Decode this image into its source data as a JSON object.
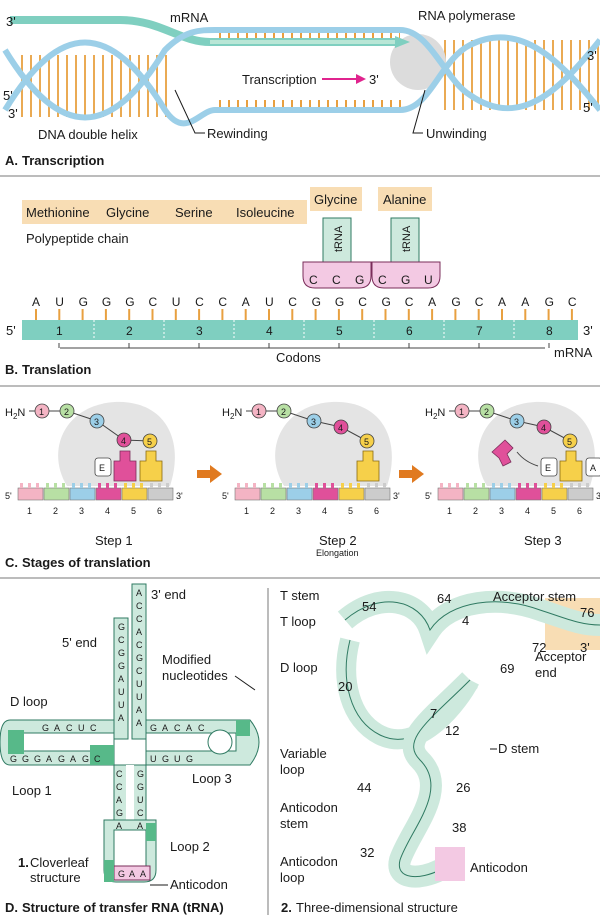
{
  "colors": {
    "strand_teal": "#7fcfc0",
    "strand_blue": "#9ccfe8",
    "rung_orange": "#e8a040",
    "beige": "#f8ddb4",
    "trna_green": "#cde9dd",
    "anticodon_pink": "#f3c9e3",
    "ribosome_gray": "#e6e6e6",
    "arrow_orange": "#e07a20",
    "arrow_magenta": "#e0248e"
  },
  "sectionA": {
    "label_mrna": "mRNA",
    "label_polymerase": "RNA polymerase",
    "label_transcription": "Transcription",
    "label_transcription_end": "3'",
    "label_dna": "DNA double helix",
    "label_rewinding": "Rewinding",
    "label_unwinding": "Unwinding",
    "end_3_top": "3'",
    "end_5_left": "5'",
    "end_3_left": "3'",
    "end_5_right": "5'",
    "end_3_right": "3'",
    "title_letter": "A.",
    "title": "Transcription"
  },
  "sectionB": {
    "chain": [
      "Methionine",
      "Glycine",
      "Serine",
      "Isoleucine"
    ],
    "chain_caption": "Polypeptide chain",
    "trna1_aa": "Glycine",
    "trna2_aa": "Alanine",
    "trna_label": "tRNA",
    "anticodon1": [
      "C",
      "C",
      "G"
    ],
    "anticodon2": [
      "C",
      "G",
      "U"
    ],
    "bases": [
      "A",
      "U",
      "G",
      "G",
      "G",
      "C",
      "U",
      "C",
      "C",
      "A",
      "U",
      "C",
      "G",
      "G",
      "C",
      "G",
      "C",
      "A",
      "G",
      "C",
      "A",
      "A",
      "G",
      "C"
    ],
    "codon_numbers": [
      "1",
      "2",
      "3",
      "4",
      "5",
      "6",
      "7",
      "8"
    ],
    "end_5": "5'",
    "end_3": "3'",
    "codons_label": "Codons",
    "mrna_label": "mRNA",
    "title_letter": "B.",
    "title": "Translation"
  },
  "sectionC": {
    "h2n": "H",
    "h2n_sub": "2",
    "h2n_n": "N",
    "beads": [
      "1",
      "2",
      "3",
      "4",
      "5"
    ],
    "site_e": "E",
    "site_a": "A",
    "positions": [
      "1",
      "2",
      "3",
      "4",
      "5",
      "6"
    ],
    "end_5": "5'",
    "end_3": "3'",
    "step1": "Step 1",
    "step2": "Step 2",
    "step2_sub": "Elongation",
    "step3": "Step 3",
    "title_letter": "C.",
    "title": "Stages of translation"
  },
  "sectionD": {
    "label_3end": "3' end",
    "label_5end": "5' end",
    "label_modified": "Modified",
    "label_modified2": "nucleotides",
    "label_dloop": "D loop",
    "label_loop1": "Loop 1",
    "label_loop2": "Loop 2",
    "label_loop3": "Loop 3",
    "label_anticodon": "Anticodon",
    "cloverleaf_num": "1.",
    "cloverleaf_line1": "Cloverleaf",
    "cloverleaf_line2": "structure",
    "acceptor_seq": [
      "A",
      "C",
      "C",
      "A",
      "C",
      "G",
      "C",
      "U",
      "U",
      "A",
      "A"
    ],
    "acceptor_seq2": [
      "G",
      "C",
      "G",
      "G",
      "A",
      "U",
      "U",
      "A"
    ],
    "dstem_seq": [
      "G",
      "A",
      "C",
      "U",
      "C"
    ],
    "dloop_seq": [
      "G",
      "G",
      "G",
      "A",
      "G",
      "A",
      "G",
      "C"
    ],
    "tstem_seq": [
      "G",
      "A",
      "C",
      "A",
      "C"
    ],
    "tstem_seq2": [
      "U",
      "G",
      "U",
      "G"
    ],
    "anticodon_stem": [
      "C",
      "C",
      "A",
      "G",
      "A"
    ],
    "anticodon_stem2": [
      "G",
      "G",
      "U",
      "C",
      "A"
    ],
    "anticodon_bases": [
      "G",
      "A",
      "A"
    ],
    "label_tstem": "T stem",
    "label_tloop": "T loop",
    "label_dloop3d": "D loop",
    "label_variable": "Variable",
    "label_variable2": "loop",
    "label_ac_stem": "Anticodon",
    "label_ac_stem2": "stem",
    "label_ac_loop": "Anticodon",
    "label_ac_loop2": "loop",
    "label_acceptor_stem": "Acceptor stem",
    "label_acceptor_end": "Acceptor",
    "label_acceptor_end2": "end",
    "label_dstem": "D stem",
    "label_anticodon3d": "Anticodon",
    "nums": [
      "54",
      "64",
      "4",
      "76",
      "72",
      "3'",
      "69",
      "20",
      "7",
      "12",
      "44",
      "26",
      "38",
      "32"
    ],
    "three_d_num": "2.",
    "three_d_caption": "Three-dimensional structure",
    "title_letter": "D.",
    "title": "Structure of transfer RNA (tRNA)"
  }
}
